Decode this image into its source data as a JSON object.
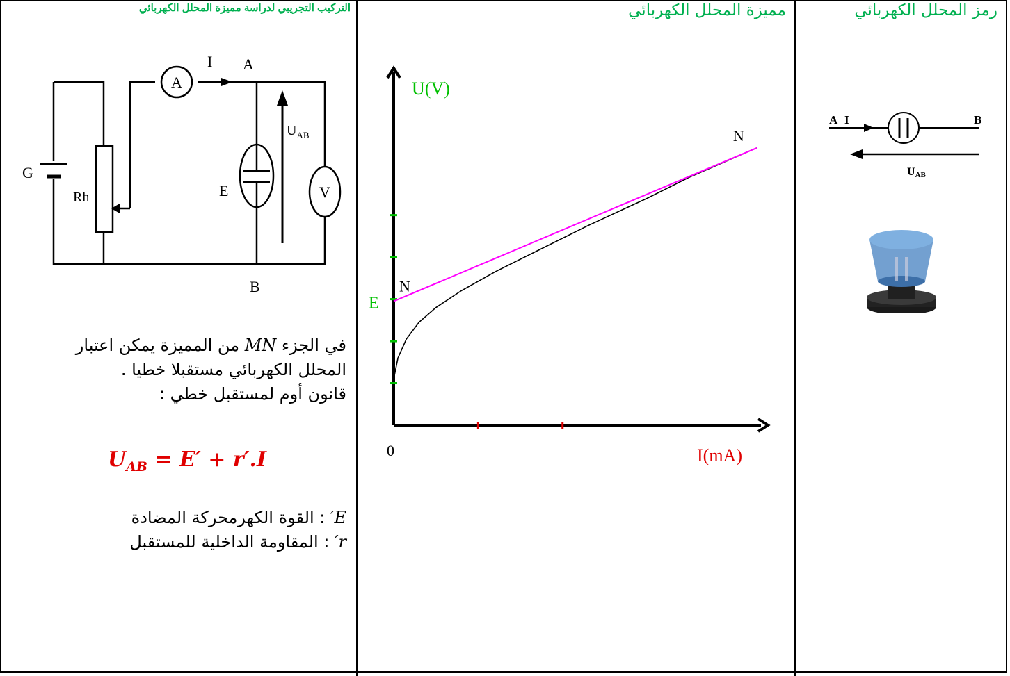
{
  "columns": {
    "symbol_title": "رمز المحلل الكهربائي",
    "characteristic_title": "مميزة المحلل الكهربائي",
    "setup_title": "التركيب التجريبي لدراسة مميزة المحلل الكهربائي"
  },
  "symbol_diagram": {
    "a": "A",
    "i": "I",
    "b": "B",
    "u": "U",
    "u_sub": "AB"
  },
  "circuit": {
    "g": "G",
    "rh": "Rh",
    "ammeter": "A",
    "current": "I",
    "node_a": "A",
    "node_b": "B",
    "electrolyzer": "E",
    "voltmeter": "V",
    "u": "U",
    "u_sub": "AB"
  },
  "chart_data": {
    "type": "line",
    "xlabel": "I(mA)",
    "ylabel": "U(V)",
    "origin_label": "0",
    "e_label": "E",
    "point_labels": [
      "N",
      "N"
    ],
    "x_ticks": [
      1,
      2
    ],
    "y_ticks": [
      1,
      2,
      3,
      4,
      5
    ],
    "xlim": [
      0,
      4.4
    ],
    "ylim": [
      0,
      8.5
    ],
    "series": [
      {
        "kind": "curve",
        "color": "#000000",
        "x": [
          0,
          0.05,
          0.15,
          0.3,
          0.5,
          0.8,
          1.2,
          1.7,
          2.3,
          3.0,
          3.5,
          4.3
        ],
        "y": [
          1.1,
          1.6,
          2.05,
          2.45,
          2.8,
          3.2,
          3.65,
          4.15,
          4.75,
          5.4,
          5.9,
          6.6
        ]
      },
      {
        "kind": "tangent",
        "color": "#ff00ff",
        "x": [
          0,
          4.3
        ],
        "y": [
          2.95,
          6.6
        ]
      }
    ],
    "colors": {
      "axis": "#000000",
      "y_tick": "#00c000",
      "x_tick": "#e00000",
      "ylabel": "#00c000",
      "xlabel": "#e00000"
    }
  },
  "explanation": {
    "line1_pre": "في الجزء ",
    "line1_math": "MN",
    "line1_post": " من المميزة يمكن اعتبار",
    "line2": "المحلل الكهربائي مستقبلا خطيا .",
    "line3": "قانون أوم لمستقبل خطي :",
    "eq_u": "U",
    "eq_sub": "AB",
    "eq_rest": " = E′ + r′.I",
    "def1_sym": "E′",
    "def1_text": " : القوة الكهرمحركة المضادة",
    "def2_sym": "r′",
    "def2_text": " : المقاومة الداخلية للمستقبل"
  }
}
